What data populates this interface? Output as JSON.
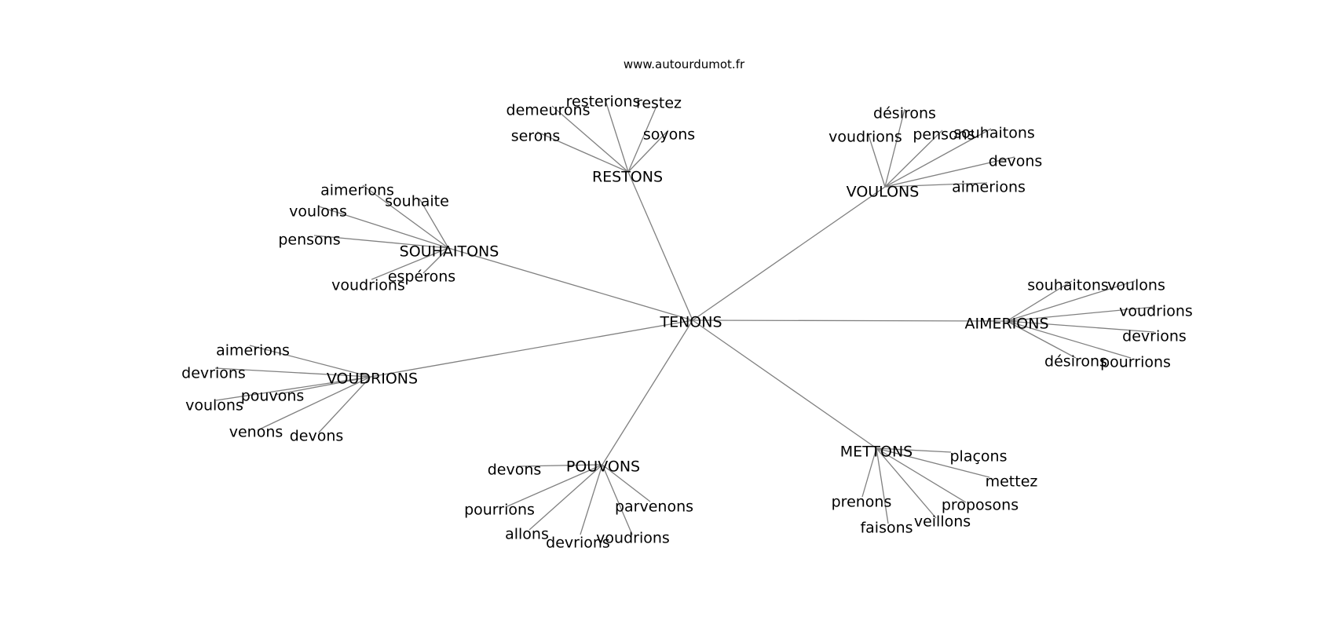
{
  "watermark": "www.autourdumot.fr",
  "center": "TENONS",
  "clusters": [
    {
      "label": "RESTONS",
      "words": [
        "demeurons",
        "resterions",
        "restez",
        "serons",
        "soyons"
      ]
    },
    {
      "label": "VOULONS",
      "words": [
        "désirons",
        "voudrions",
        "pensons",
        "souhaitons",
        "devons",
        "aimerions"
      ]
    },
    {
      "label": "SOUHAITONS",
      "words": [
        "aimerions",
        "souhaite",
        "voulons",
        "pensons",
        "espérons",
        "voudrions"
      ]
    },
    {
      "label": "AIMERIONS",
      "words": [
        "souhaitons",
        "voulons",
        "voudrions",
        "devrions",
        "désirons",
        "pourrions"
      ]
    },
    {
      "label": "VOUDRIONS",
      "words": [
        "aimerions",
        "devrions",
        "pouvons",
        "voulons",
        "venons",
        "devons"
      ]
    },
    {
      "label": "POUVONS",
      "words": [
        "devons",
        "pourrions",
        "parvenons",
        "allons",
        "devrions",
        "voudrions"
      ]
    },
    {
      "label": "METTONS",
      "words": [
        "plaçons",
        "mettez",
        "prenons",
        "proposons",
        "veillons",
        "faisons"
      ]
    }
  ]
}
